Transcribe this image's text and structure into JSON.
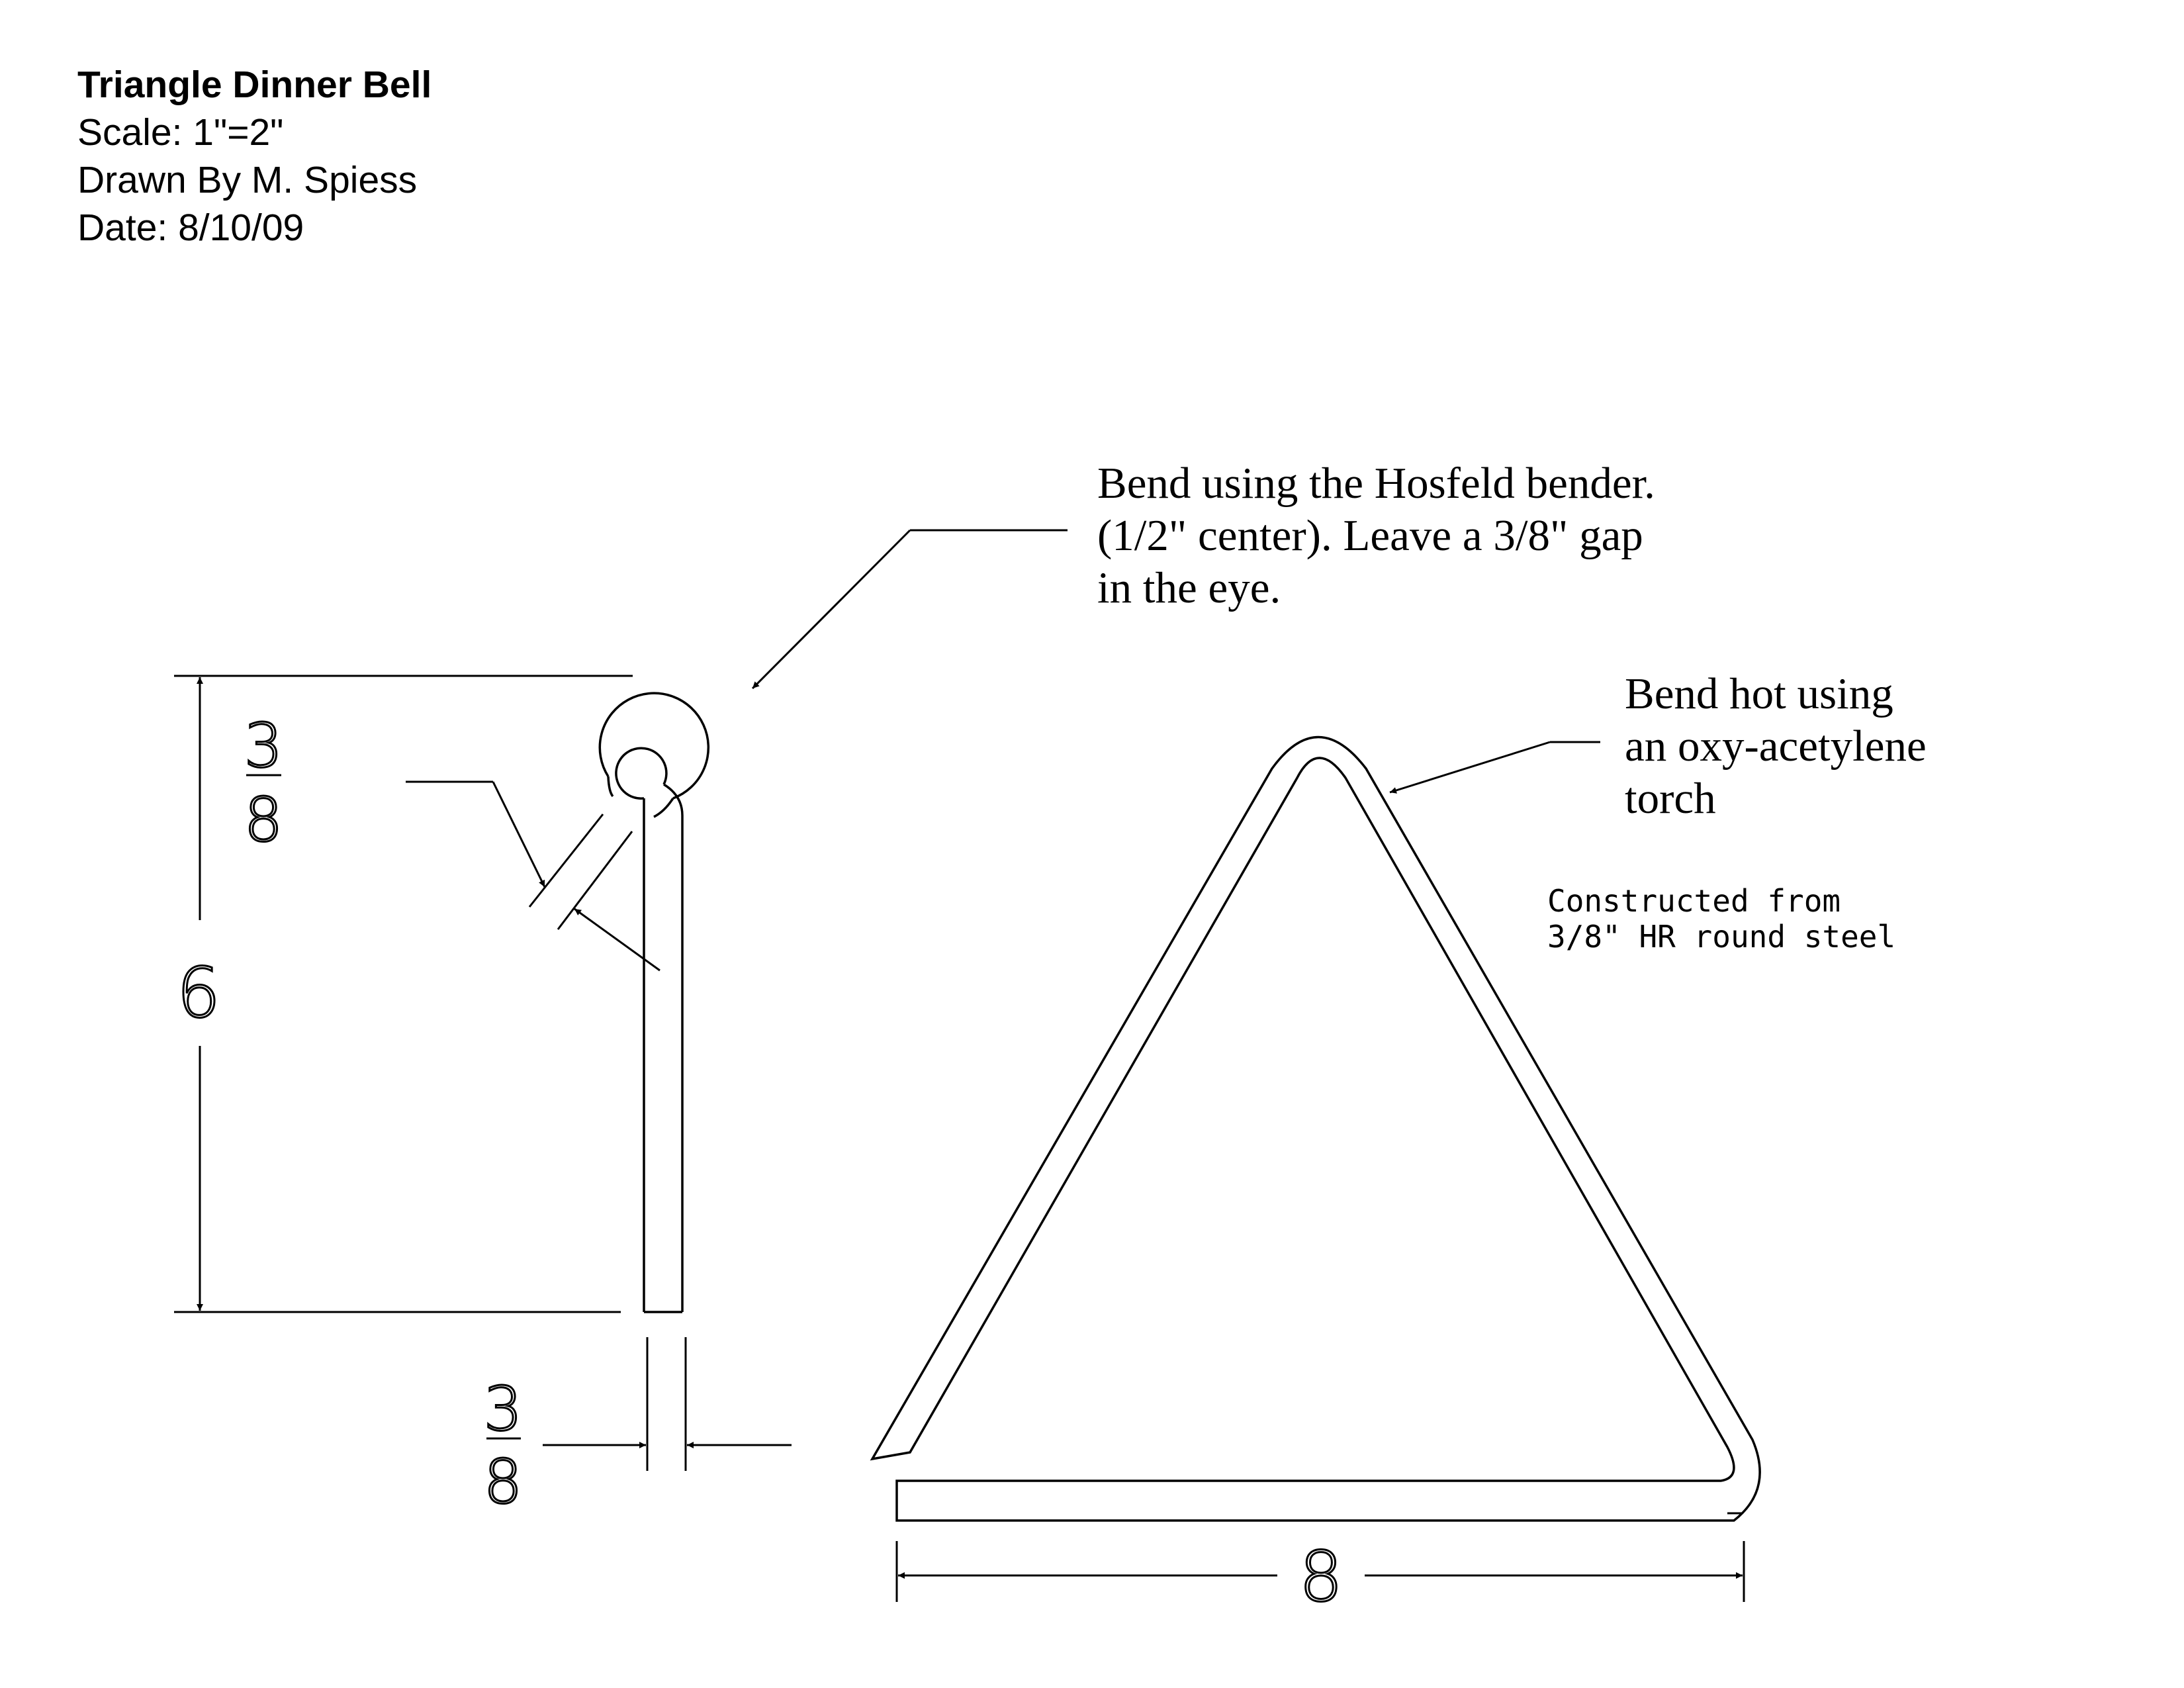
{
  "title_block": {
    "title": "Triangle Dinner Bell",
    "scale": "Scale: 1\"=2\"",
    "drawn_by": "Drawn By M. Spiess",
    "date": "Date: 8/10/09"
  },
  "notes": {
    "hosfeld": [
      "Bend using the Hosfeld bender.",
      "(1/2\" center). Leave a 3/8\" gap",
      "in the eye."
    ],
    "torch": [
      "Bend hot using",
      "an  oxy-acetylene",
      "torch"
    ],
    "material": [
      "Constructed from",
      "3/8\" HR round steel"
    ]
  },
  "dimensions": {
    "height": "6",
    "width": "8",
    "gap_numerator": "3",
    "gap_denominator": "8",
    "rod_numerator": "3",
    "rod_denominator": "8"
  }
}
